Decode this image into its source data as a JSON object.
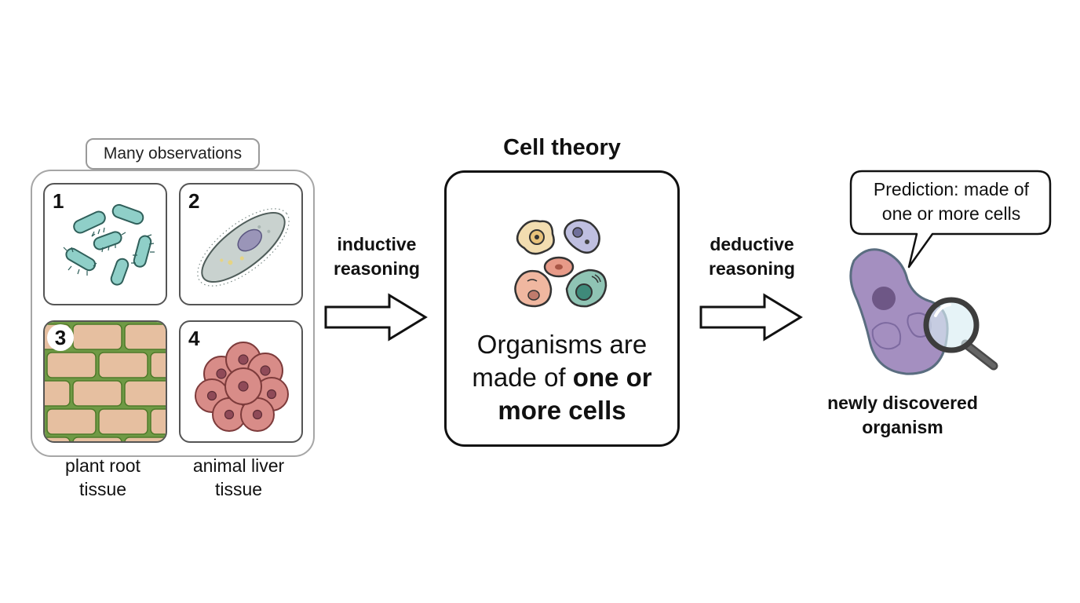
{
  "observations": {
    "title": "Many observations",
    "panels": [
      {
        "number": "1",
        "subject": "bacteria",
        "caption_lines": []
      },
      {
        "number": "2",
        "subject": "paramecium",
        "caption_lines": []
      },
      {
        "number": "3",
        "subject": "plant root tissue",
        "caption_lines": [
          "plant root",
          "tissue"
        ]
      },
      {
        "number": "4",
        "subject": "animal liver tissue",
        "caption_lines": [
          "animal liver",
          "tissue"
        ]
      }
    ]
  },
  "inductive": {
    "lines": [
      "inductive",
      "reasoning"
    ]
  },
  "theory": {
    "title": "Cell theory",
    "statement": {
      "pre": "Organisms are made of ",
      "bold": "one or more cells"
    }
  },
  "deductive": {
    "lines": [
      "deductive",
      "reasoning"
    ]
  },
  "prediction": {
    "lines": [
      "Prediction: made of",
      "one or more cells"
    ]
  },
  "organism": {
    "lines": [
      "newly discovered",
      "organism"
    ]
  },
  "colors": {
    "bacteria": "#8fcfc8",
    "paramecium": "#c9d2cf",
    "plant_cell": "#e6bfa0",
    "plant_wall": "#6f9a45",
    "liver_cell": "#d88c88",
    "organism": "#a48fc0",
    "magnifier": "#555555"
  }
}
